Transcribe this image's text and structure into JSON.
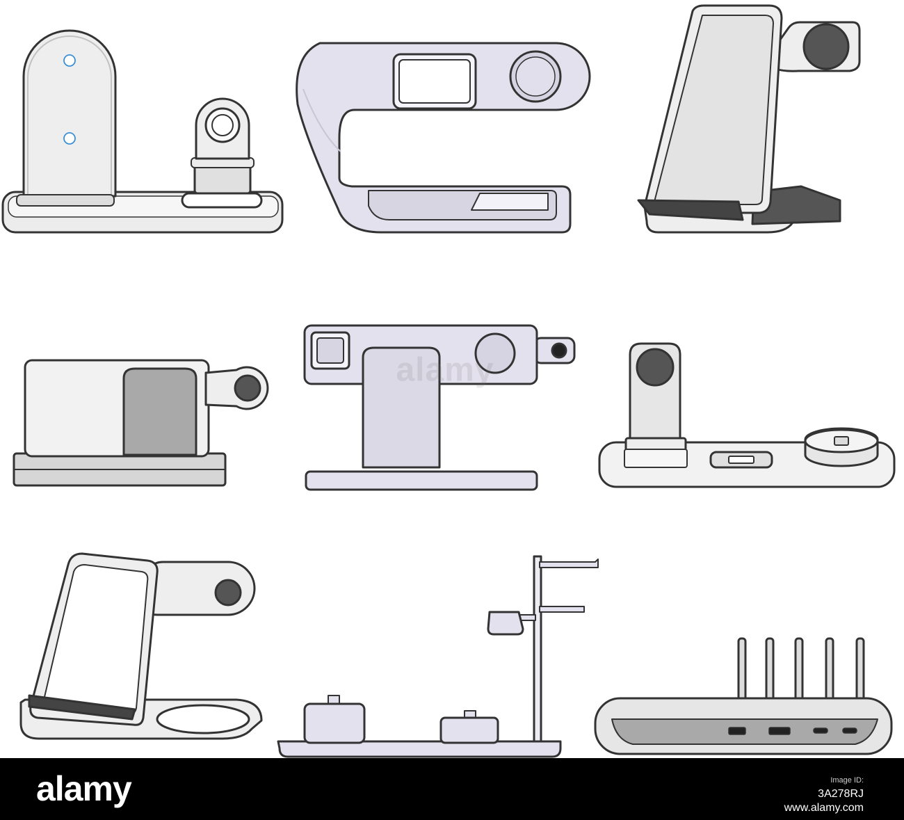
{
  "watermark": {
    "text": "alamy"
  },
  "footer": {
    "brand": "alamy",
    "image_id_label": "Image ID:",
    "image_id": "3A278RJ",
    "site_url": "www.alamy.com"
  },
  "colors": {
    "outline": "#333333",
    "body_white": "#f2f2f2",
    "body_lavender": "#e4e1ee",
    "shadow_gray": "#c8c8c8",
    "dark_pad": "#555555",
    "accent_blue": "#3a8fd6",
    "footer_bg": "#000000"
  }
}
